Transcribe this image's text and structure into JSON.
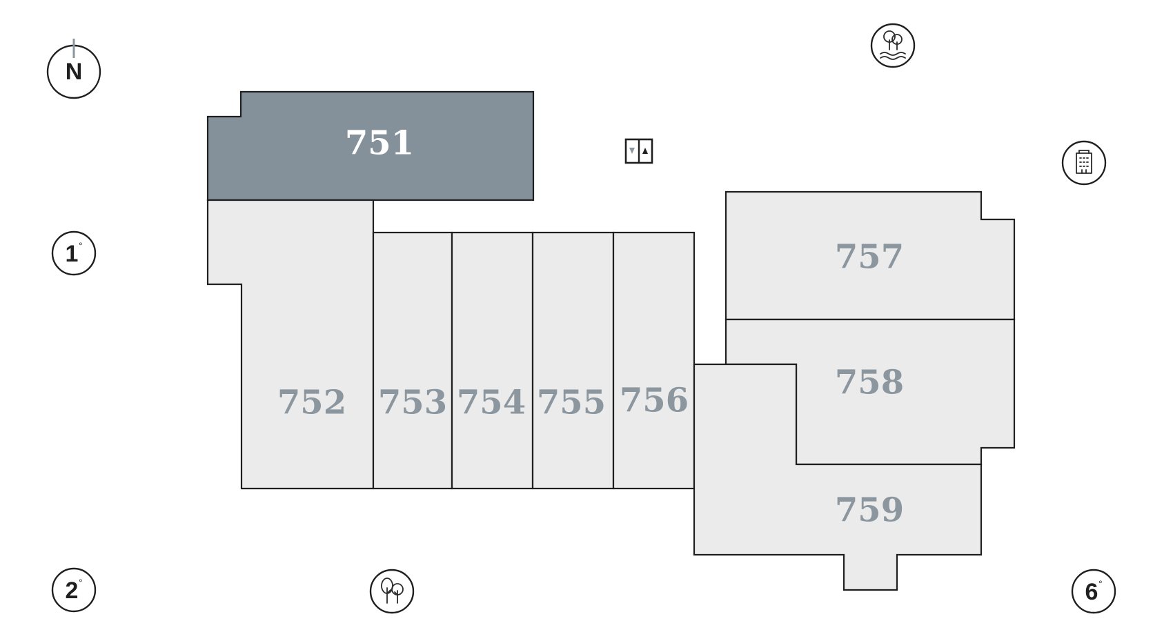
{
  "map": {
    "compass_label": "N",
    "selected_unit": "751",
    "colors": {
      "unit_fill": "#ebebeb",
      "selected_fill": "#85919a",
      "label_color": "#8b969e",
      "selected_label_color": "#ffffff",
      "outline": "#1f1f1f"
    },
    "units": [
      {
        "id": "751",
        "label": "751"
      },
      {
        "id": "752",
        "label": "752"
      },
      {
        "id": "753",
        "label": "753"
      },
      {
        "id": "754",
        "label": "754"
      },
      {
        "id": "755",
        "label": "755"
      },
      {
        "id": "756",
        "label": "756"
      },
      {
        "id": "757",
        "label": "757"
      },
      {
        "id": "758",
        "label": "758"
      },
      {
        "id": "759",
        "label": "759"
      }
    ],
    "orientations": [
      {
        "number": "1",
        "symbol": "°"
      },
      {
        "number": "2",
        "symbol": "°"
      },
      {
        "number": "6",
        "symbol": "°"
      }
    ],
    "icons": [
      "elevator-icon",
      "park-lake-icon",
      "building-icon",
      "park-trees-icon"
    ]
  }
}
